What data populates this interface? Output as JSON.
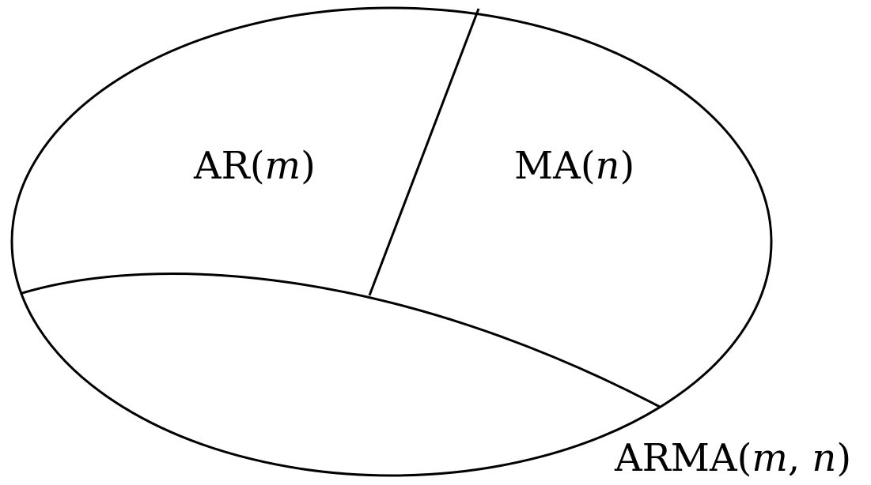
{
  "labels": {
    "ar": {
      "name": "AR",
      "open": "(",
      "arg": "m",
      "close": ")"
    },
    "ma": {
      "name": "MA",
      "open": "(",
      "arg": "n",
      "close": ")"
    },
    "arma": {
      "name": "ARMA",
      "open": "(",
      "arg1": "m",
      "sep": ", ",
      "arg2": "n",
      "close": ")"
    }
  },
  "colors": {
    "stroke": "#000000",
    "background": "#ffffff"
  }
}
